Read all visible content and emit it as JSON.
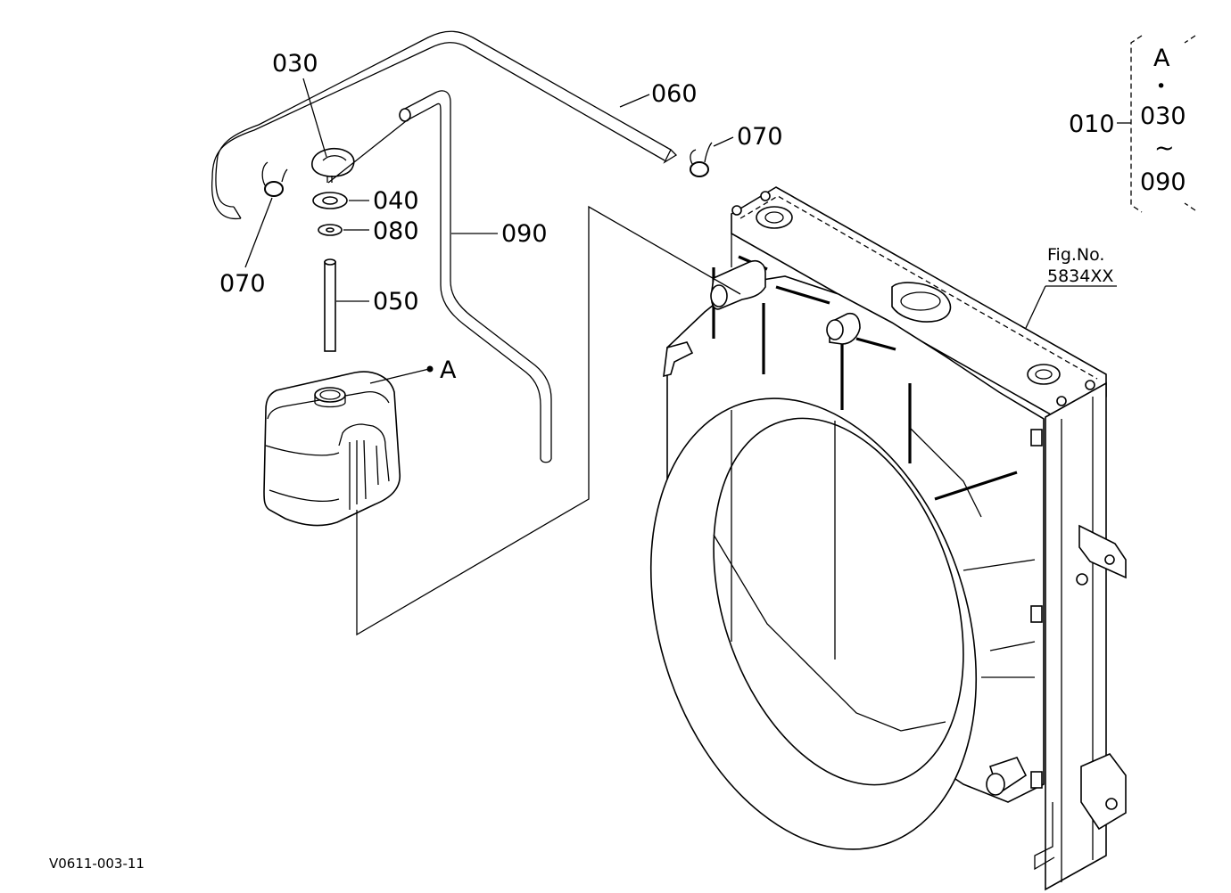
{
  "callouts": {
    "c030_top": "030",
    "c060": "060",
    "c070_right": "070",
    "c040": "040",
    "c080": "080",
    "c090": "090",
    "c070_left": "070",
    "c050": "050",
    "cA_tank": "A"
  },
  "assembly_note": {
    "parent": "010",
    "line1": "A",
    "dot": "•",
    "line2": "030",
    "tilde": "~",
    "line3": "090"
  },
  "figure_ref": {
    "line1": "Fig.No.",
    "line2": "5834XX"
  },
  "drawing_id": "V0611-003-11"
}
